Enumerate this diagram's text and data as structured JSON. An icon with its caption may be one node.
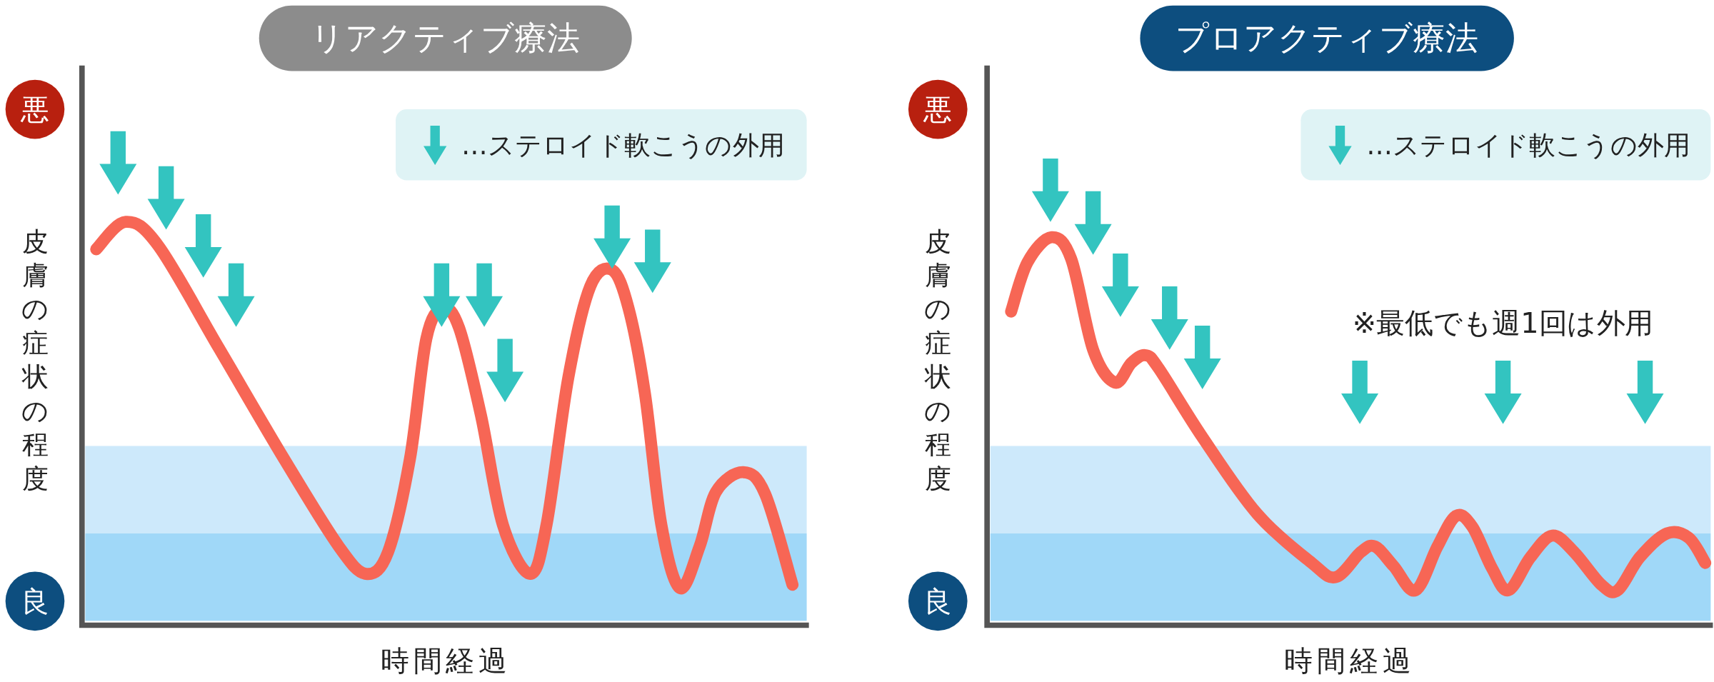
{
  "diagram": {
    "nodes": [
      {
        "text": [
          "リアクティブ療法"
        ]
      },
      {
        "text": [
          "プロアクティブ療法"
        ]
      },
      {
        "text": [
          "悪"
        ]
      },
      {
        "text": [
          "良"
        ]
      },
      {
        "text": [
          "悪"
        ]
      },
      {
        "text": [
          "良"
        ]
      }
    ],
    "labels": [
      "皮膚の症状の程度",
      "時間経過",
      "皮膚の症状の程度",
      "時間経過",
      "※最低でも週1回は外用"
    ],
    "legend": [
      {
        "text": "…ステロイド軟こうの外用"
      },
      {
        "text": "…ステロイド軟こうの外用"
      }
    ]
  }
}
